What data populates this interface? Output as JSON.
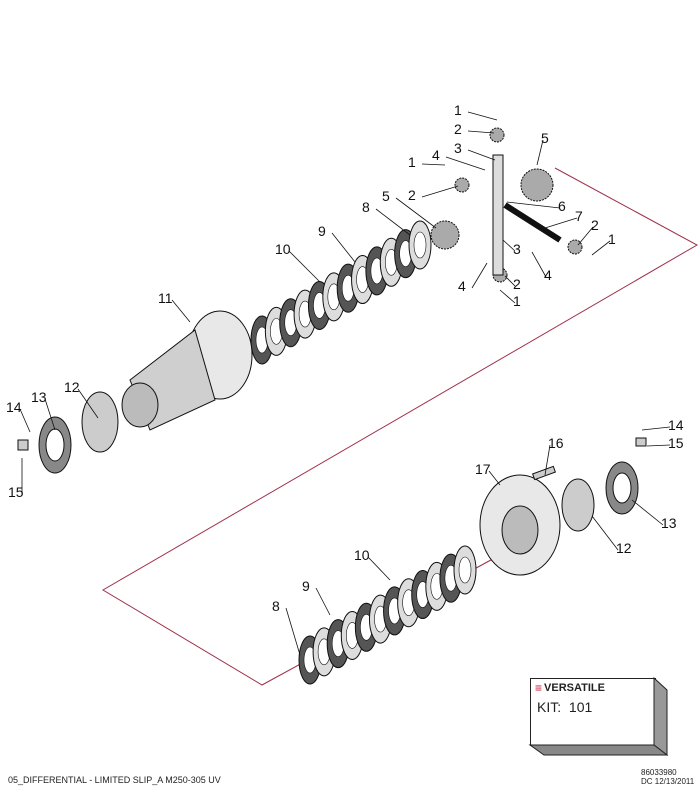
{
  "diagram": {
    "callouts_upper": [
      "1",
      "2",
      "3",
      "4",
      "1",
      "2",
      "5",
      "6",
      "7",
      "2",
      "1",
      "3",
      "4",
      "2",
      "1",
      "4",
      "5",
      "8",
      "9",
      "10",
      "11",
      "12",
      "13",
      "14",
      "15"
    ],
    "callouts_lower": [
      "16",
      "17",
      "14",
      "15",
      "13",
      "12",
      "10",
      "9",
      "8"
    ]
  },
  "kit_box": {
    "brand": "VERSATILE",
    "kit_label": "KIT:",
    "kit_number": "101"
  },
  "footer": {
    "title": "05_DIFFERENTIAL - LIMITED SLIP_A M250-305 UV",
    "doc_number": "86033980",
    "doc_date": "DC 12/13/2011"
  },
  "colors": {
    "leader_line": "#a0304a",
    "part": "#9a9a9a",
    "brand_red": "#c8102e"
  }
}
